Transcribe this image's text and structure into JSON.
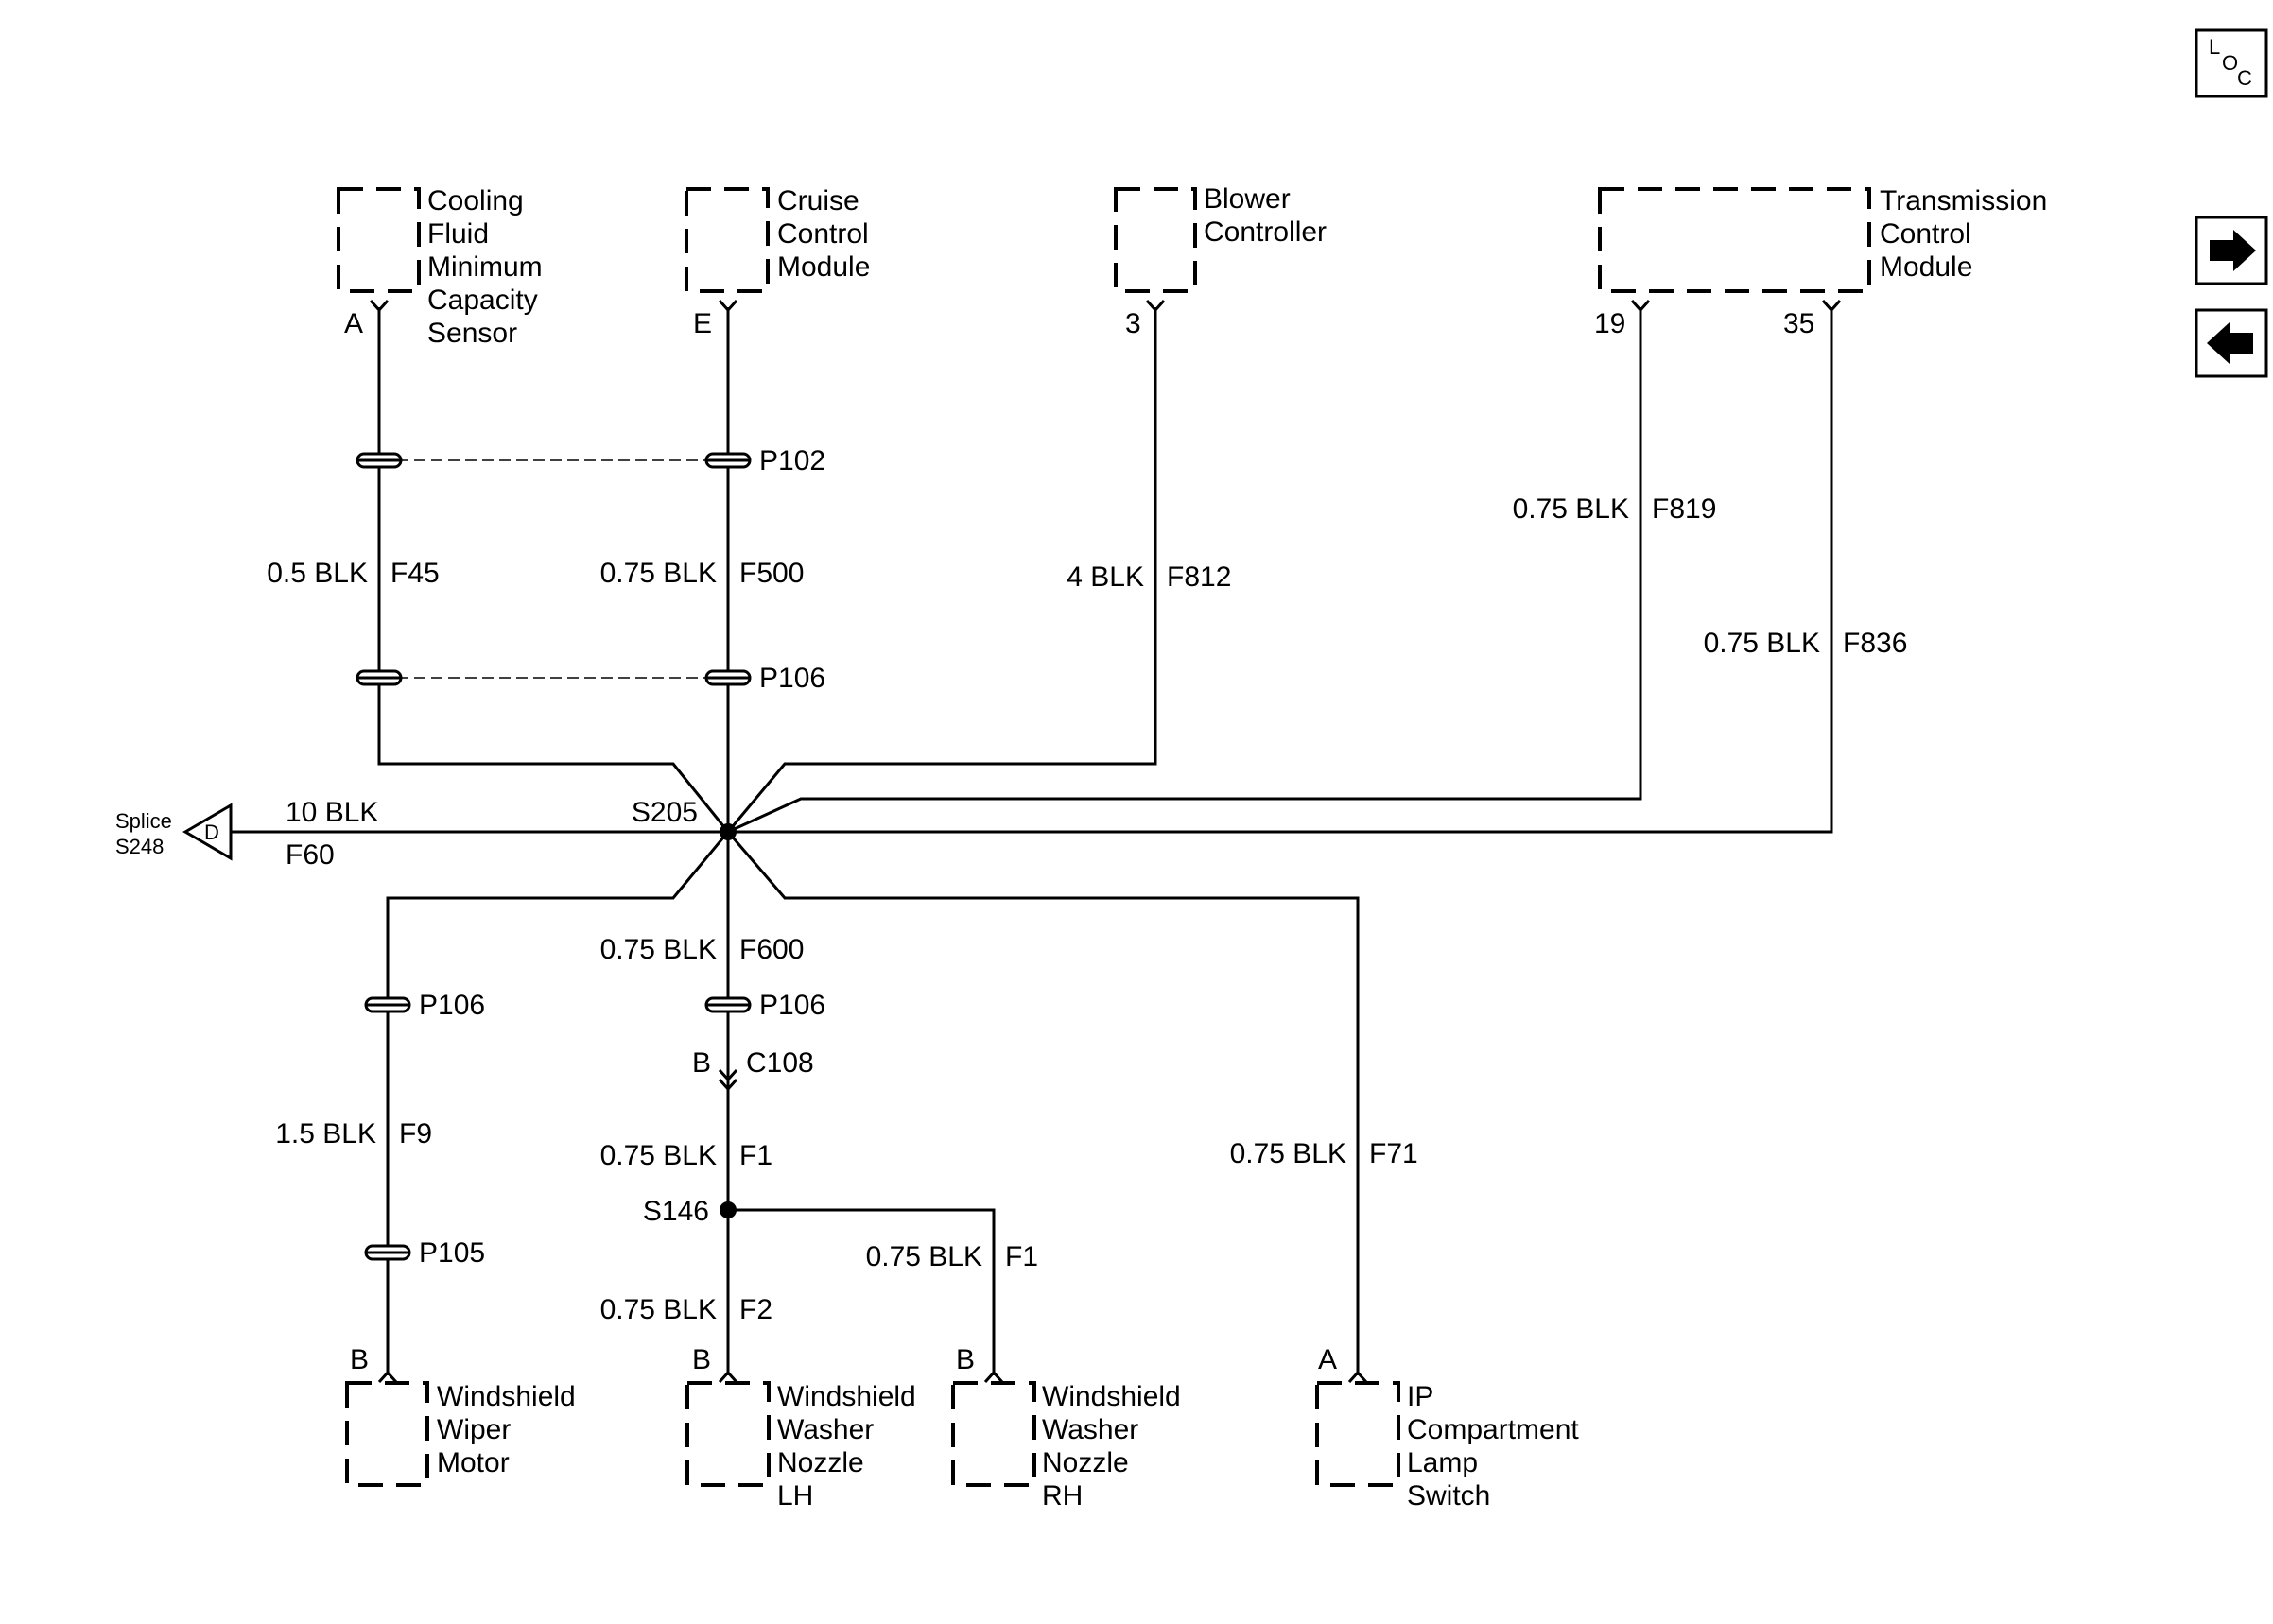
{
  "components": {
    "cooling_sensor": {
      "lines": [
        "Cooling",
        "Fluid",
        "Minimum",
        "Capacity",
        "Sensor"
      ],
      "pin": "A"
    },
    "cruise_module": {
      "lines": [
        "Cruise",
        "Control",
        "Module"
      ],
      "pin": "E"
    },
    "blower": {
      "lines": [
        "Blower",
        "Controller"
      ],
      "pin": "3"
    },
    "tcm": {
      "lines": [
        "Transmission",
        "Control",
        "Module"
      ],
      "pin1": "19",
      "pin2": "35"
    },
    "wiper_motor": {
      "lines": [
        "Windshield",
        "Wiper",
        "Motor"
      ],
      "pin": "B"
    },
    "nozzle_lh": {
      "lines": [
        "Windshield",
        "Washer",
        "Nozzle",
        "LH"
      ],
      "pin": "B"
    },
    "nozzle_rh": {
      "lines": [
        "Windshield",
        "Washer",
        "Nozzle",
        "RH"
      ],
      "pin": "B"
    },
    "ip_lamp_switch": {
      "lines": [
        "IP",
        "Compartment",
        "Lamp",
        "Switch"
      ],
      "pin": "A"
    }
  },
  "connectors": {
    "p102": "P102",
    "p106_top": "P106",
    "p106_left": "P106",
    "p106_center": "P106",
    "p105": "P105",
    "c108": "C108",
    "c108_pin": "B"
  },
  "splices": {
    "s205": "S205",
    "s146": "S146",
    "s248_word": "Splice",
    "s248_id": "S248",
    "s248_letter": "D"
  },
  "wires": {
    "f45": {
      "gauge": "0.5 BLK",
      "circuit": "F45"
    },
    "f500": {
      "gauge": "0.75 BLK",
      "circuit": "F500"
    },
    "f812": {
      "gauge": "4 BLK",
      "circuit": "F812"
    },
    "f819": {
      "gauge": "0.75 BLK",
      "circuit": "F819"
    },
    "f836": {
      "gauge": "0.75 BLK",
      "circuit": "F836"
    },
    "f60": {
      "gauge": "10 BLK",
      "circuit": "F60"
    },
    "f600": {
      "gauge": "0.75 BLK",
      "circuit": "F600"
    },
    "f9": {
      "gauge": "1.5 BLK",
      "circuit": "F9"
    },
    "f1_main": {
      "gauge": "0.75 BLK",
      "circuit": "F1"
    },
    "f1_branch": {
      "gauge": "0.75 BLK",
      "circuit": "F1"
    },
    "f2": {
      "gauge": "0.75 BLK",
      "circuit": "F2"
    },
    "f71": {
      "gauge": "0.75 BLK",
      "circuit": "F71"
    }
  },
  "loc_button": {
    "l": "L",
    "o": "O",
    "c": "C"
  }
}
